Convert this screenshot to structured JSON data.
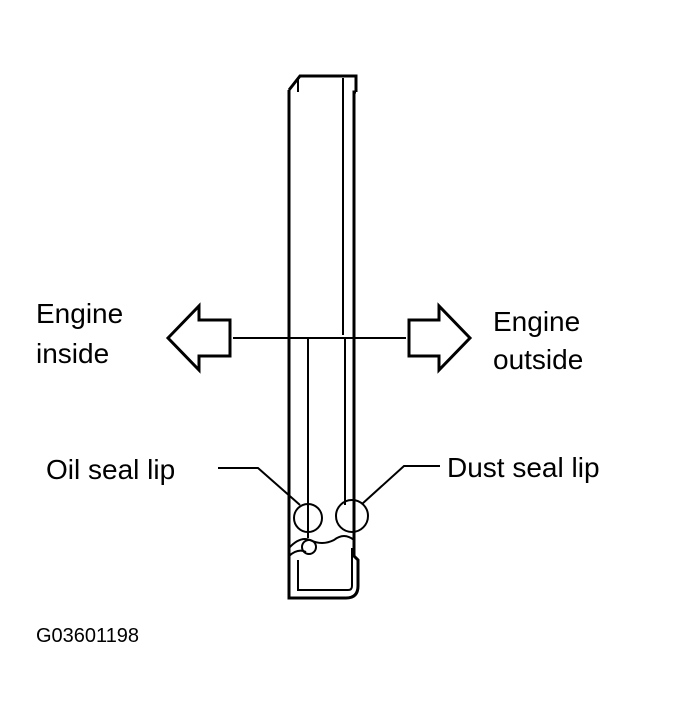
{
  "labels": {
    "engine_inside_line1": "Engine",
    "engine_inside_line2": "inside",
    "engine_outside_line1": "Engine",
    "engine_outside_line2": "outside",
    "oil_seal_lip": "Oil seal lip",
    "dust_seal_lip": "Dust seal lip"
  },
  "figure_code": "G03601198",
  "colors": {
    "line": "#000000",
    "background": "#ffffff"
  }
}
